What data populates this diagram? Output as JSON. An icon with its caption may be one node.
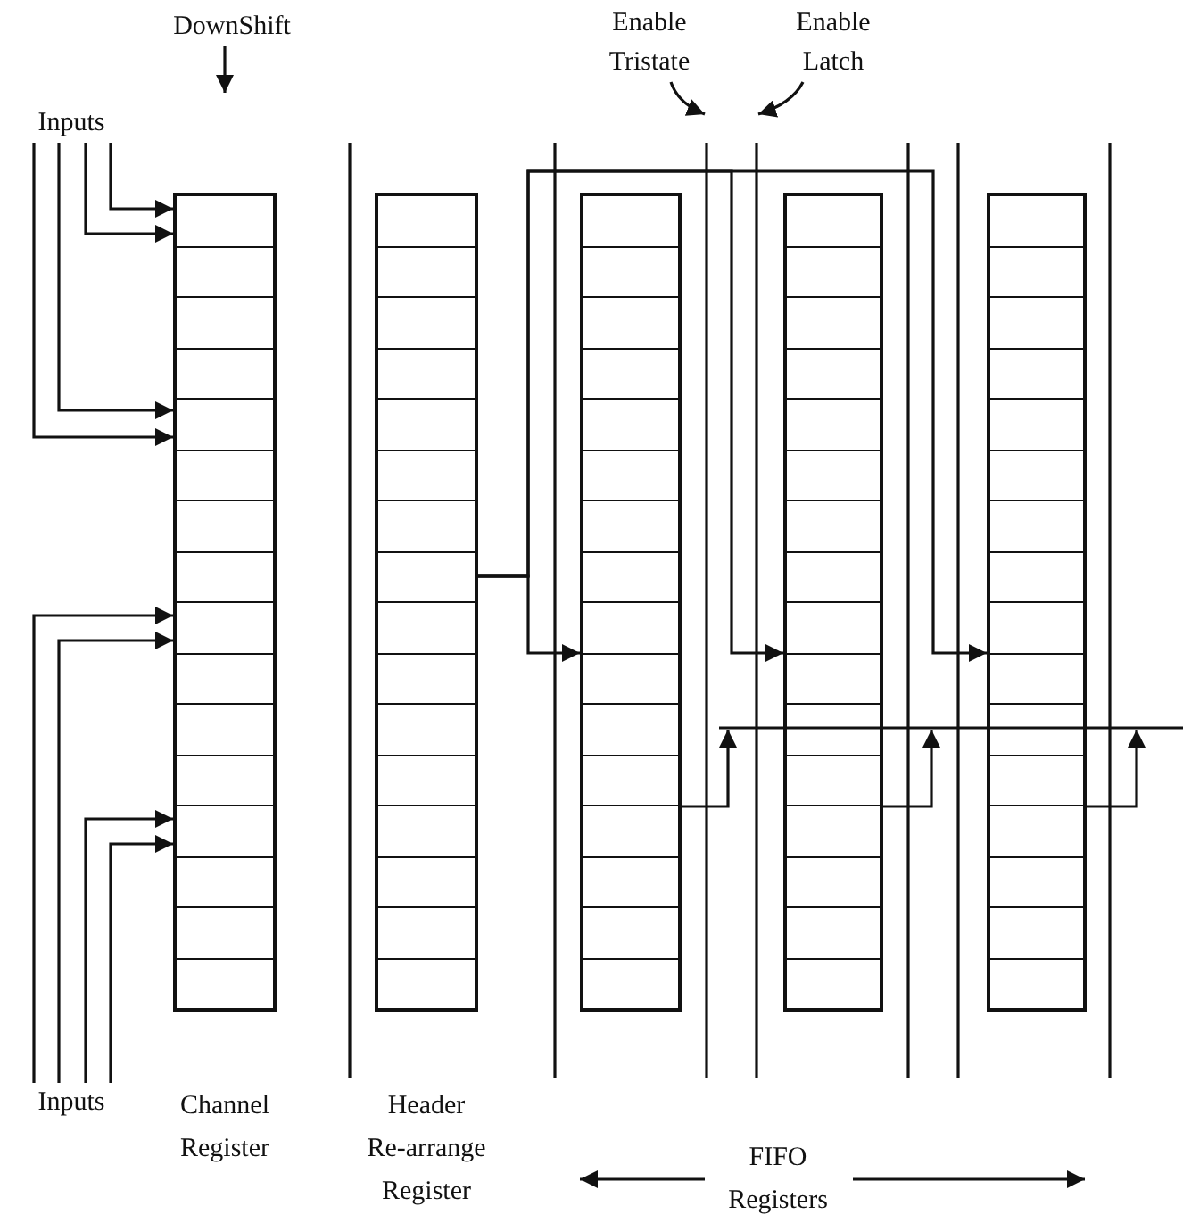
{
  "diagram": {
    "nodes": [
      {
        "text": [
          "Inputs"
        ]
      },
      {
        "text": [
          "DownShift"
        ]
      },
      {
        "text": [
          "Enable Tristate"
        ]
      },
      {
        "text": [
          "Enable Latch"
        ]
      },
      {
        "text": [
          "Channel Register"
        ]
      },
      {
        "text": [
          "Header Re-arrange Register"
        ]
      },
      {
        "text": [],
        "shape": "box"
      },
      {
        "text": [],
        "shape": "box"
      },
      {
        "text": [],
        "shape": "box"
      },
      {
        "text": [
          "Inputs"
        ]
      }
    ],
    "edges": [
      {
        "from": 0,
        "to": 4,
        "arrow": "to"
      },
      {
        "from": 0,
        "to": 4,
        "arrow": "to"
      },
      {
        "from": 0,
        "to": 4,
        "arrow": "to"
      },
      {
        "from": 0,
        "to": 4,
        "arrow": "to"
      },
      {
        "from": 1,
        "to": null,
        "arrow": "to"
      },
      {
        "from": 2,
        "to": null,
        "arrow": "to"
      },
      {
        "from": 3,
        "to": null,
        "arrow": "to"
      },
      {
        "from": 9,
        "to": 4,
        "arrow": "to"
      },
      {
        "from": 9,
        "to": 4,
        "arrow": "to"
      },
      {
        "from": 9,
        "to": 4,
        "arrow": "to"
      },
      {
        "from": 9,
        "to": 4,
        "arrow": "to"
      },
      {
        "from": 5,
        "to": 6,
        "arrow": "to"
      },
      {
        "from": 5,
        "to": 7,
        "arrow": "to"
      },
      {
        "from": 5,
        "to": 8,
        "arrow": "to"
      },
      {
        "from": 6,
        "to": null,
        "arrow": "to"
      },
      {
        "from": 7,
        "to": null,
        "arrow": "to"
      },
      {
        "from": 8,
        "to": null,
        "arrow": "to"
      }
    ],
    "labels": [
      "FIFO Registers"
    ]
  }
}
